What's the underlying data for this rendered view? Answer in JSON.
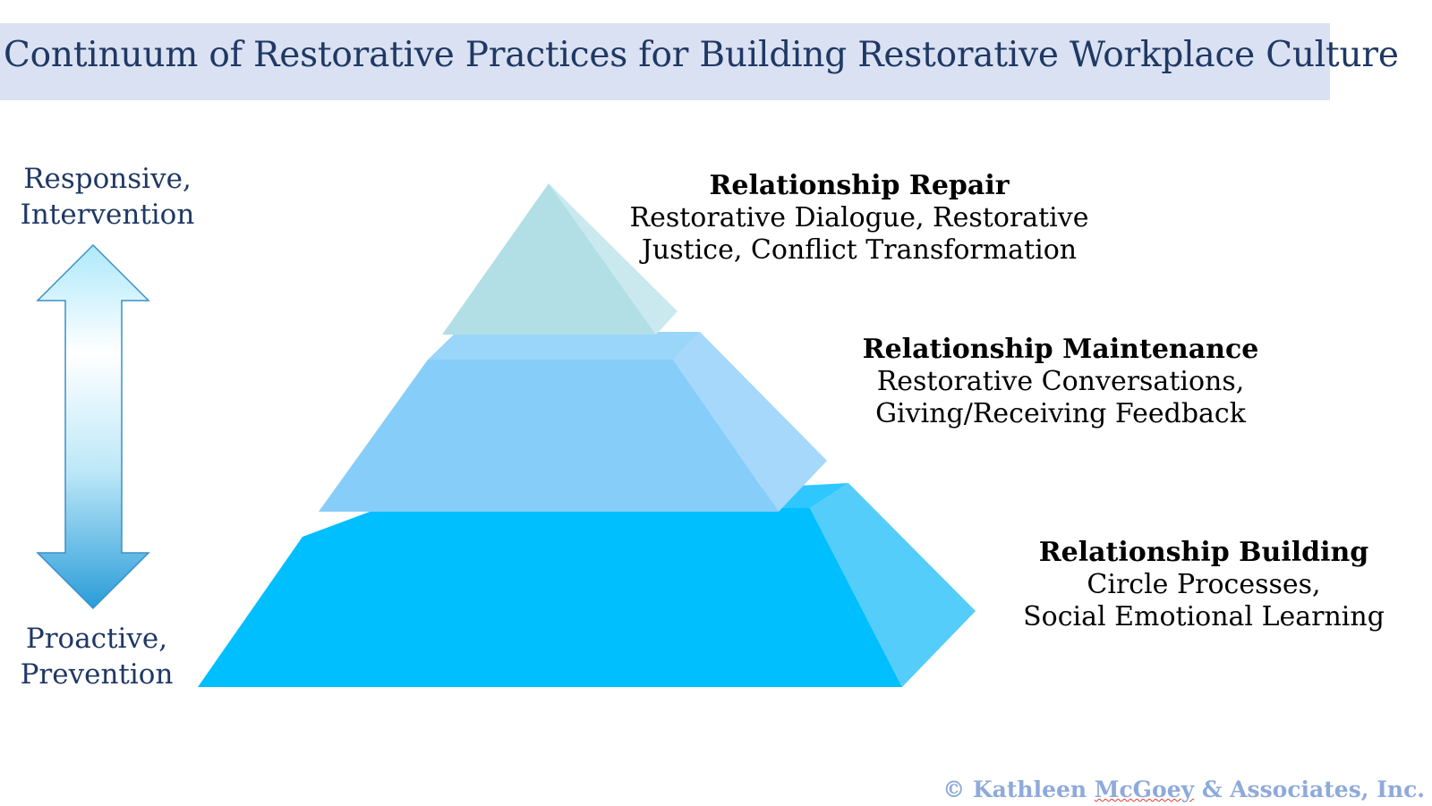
{
  "title": "Continuum of Restorative Practices for Building  Restorative Workplace Culture",
  "axis": {
    "top_line1": "Responsive,",
    "top_line2": "Intervention",
    "bottom_line1": "Proactive,",
    "bottom_line2": "Prevention"
  },
  "tiers": [
    {
      "title": "Relationship Repair",
      "line1": "Restorative Dialogue, Restorative",
      "line2": "Justice, Conflict Transformation"
    },
    {
      "title": "Relationship Maintenance",
      "line1": "Restorative Conversations,",
      "line2": "Giving/Receiving Feedback"
    },
    {
      "title": "Relationship Building",
      "line1": "Circle Processes,",
      "line2": "Social Emotional Learning"
    }
  ],
  "copyright": {
    "prefix": "© Kathleen ",
    "name": "McGoey",
    "suffix": " & Associates, Inc."
  },
  "colors": {
    "title_bg": "#d9e1f2",
    "title_text": "#1f3864",
    "tier_top": "#b1dfe5",
    "tier_middle": "#87cdf9",
    "tier_bottom": "#00bfff",
    "copyright": "#8eaadb"
  }
}
